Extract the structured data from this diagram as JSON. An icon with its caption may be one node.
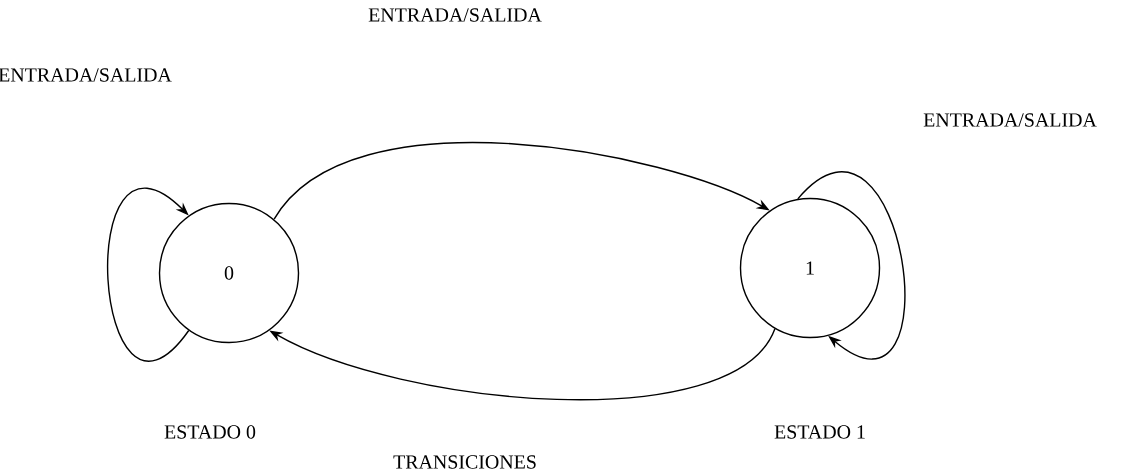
{
  "diagram": {
    "nodes": [
      {
        "text": [
          "0"
        ]
      },
      {
        "text": [
          "1"
        ]
      }
    ],
    "edges": [
      {
        "from": 0,
        "to": 0,
        "arrow": "to"
      },
      {
        "from": 0,
        "to": 1,
        "arrow": "to"
      },
      {
        "from": 1,
        "to": 1,
        "arrow": "to",
        "label": "ENTRADA/SALIDA"
      },
      {
        "from": 1,
        "to": 0,
        "arrow": "to"
      }
    ],
    "labels": [
      "ENTRADA/SALIDA",
      "ENTRADA/SALIDA",
      "ESTADO 0",
      "ESTADO 1",
      "TRANSICIONES"
    ]
  }
}
